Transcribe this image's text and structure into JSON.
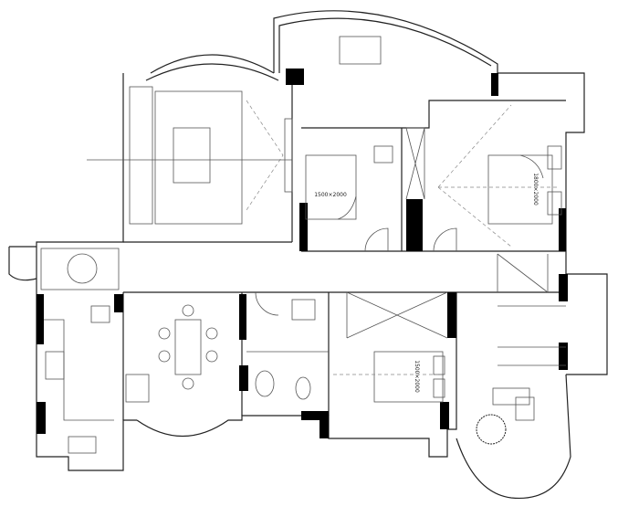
{
  "title": "Apartment floor plan",
  "bed_labels": {
    "bedroom_small": "1500×2000",
    "bedroom_master": "1800×2000",
    "bedroom_south": "1500×2000"
  },
  "colors": {
    "wall": "#000000",
    "line": "#222222",
    "background": "#ffffff"
  }
}
